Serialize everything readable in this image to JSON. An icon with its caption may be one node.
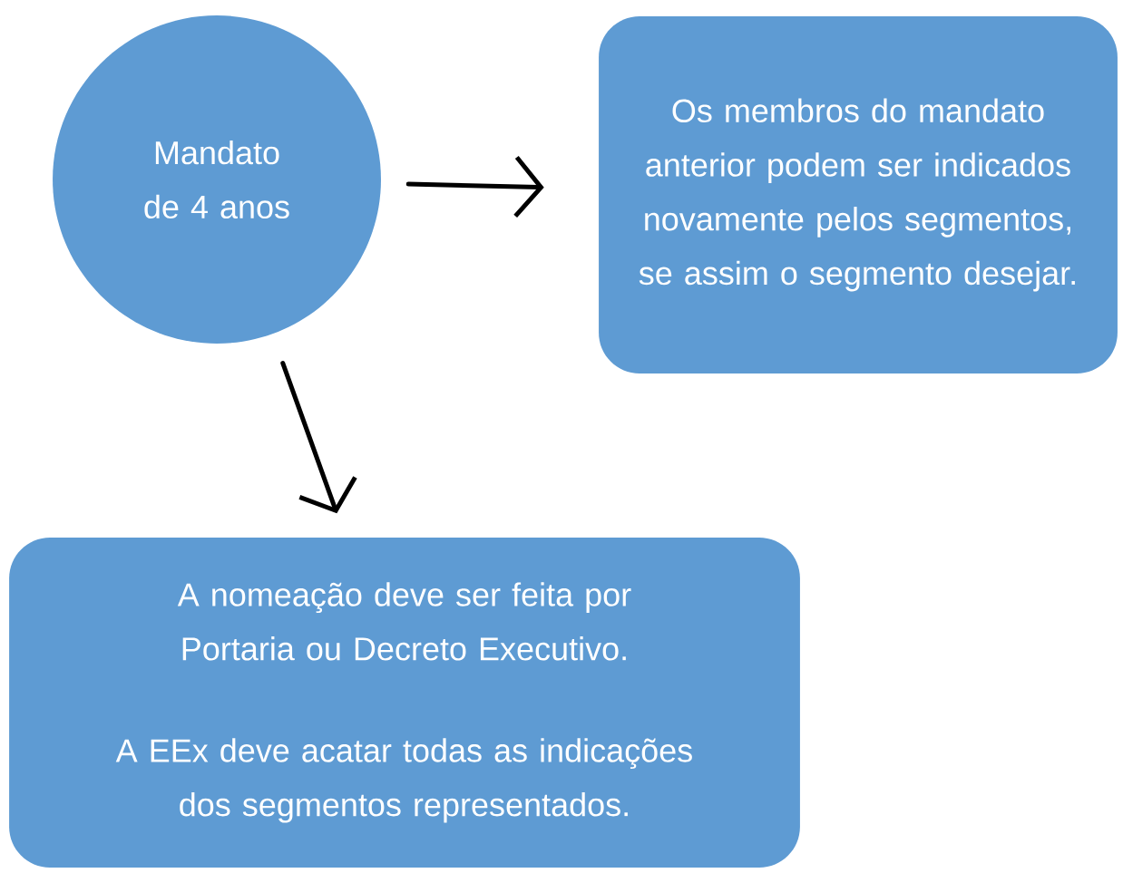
{
  "diagram": {
    "nodes": [
      {
        "text": [
          "Mandato de 4 anos"
        ]
      },
      {
        "text": [
          "Os membros do mandato anterior podem ser indicados novamente pelos segmentos, se assim o segmento desejar."
        ]
      },
      {
        "text": [
          "A nomeação deve ser feita por Portaria ou Decreto Executivo.",
          "A EEx deve acatar todas as indicações dos segmentos representados."
        ]
      }
    ],
    "edges": [
      {
        "from": 0,
        "to": 1,
        "arrow": "to"
      },
      {
        "from": 0,
        "to": 2,
        "arrow": "to"
      }
    ]
  }
}
